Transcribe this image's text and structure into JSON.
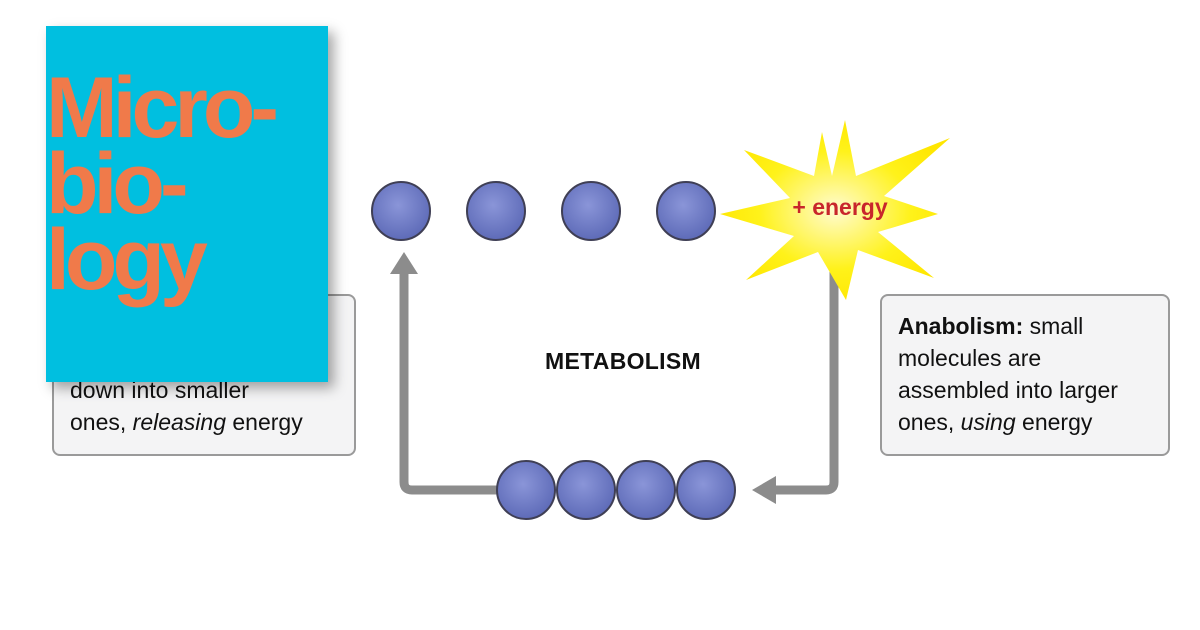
{
  "diagram": {
    "title": "METABOLISM",
    "energy_label": "+ energy",
    "catabolism": {
      "lead": "",
      "line_visible_1": "down into smaller",
      "line_visible_2_before": "ones, ",
      "line_visible_2_italic": "releasing",
      "line_visible_2_after": " energy"
    },
    "anabolism": {
      "lead": "Anabolism:",
      "lead_rest": " small",
      "line_2": "molecules are",
      "line_3": "assembled into larger",
      "line_4_before": "ones, ",
      "line_4_italic": "using",
      "line_4_after": " energy"
    },
    "colors": {
      "molecule_fill": "#6b78c4",
      "molecule_stroke": "#3f3f55",
      "arrow": "#8c8c8c",
      "energy_burst": "#fff21a",
      "energy_text": "#c8262b"
    }
  },
  "book_cover": {
    "title_lines": [
      "Micro-",
      "bio-",
      "logy"
    ],
    "colors": {
      "background": "#00bfe0",
      "title": "#f07a4a"
    }
  }
}
